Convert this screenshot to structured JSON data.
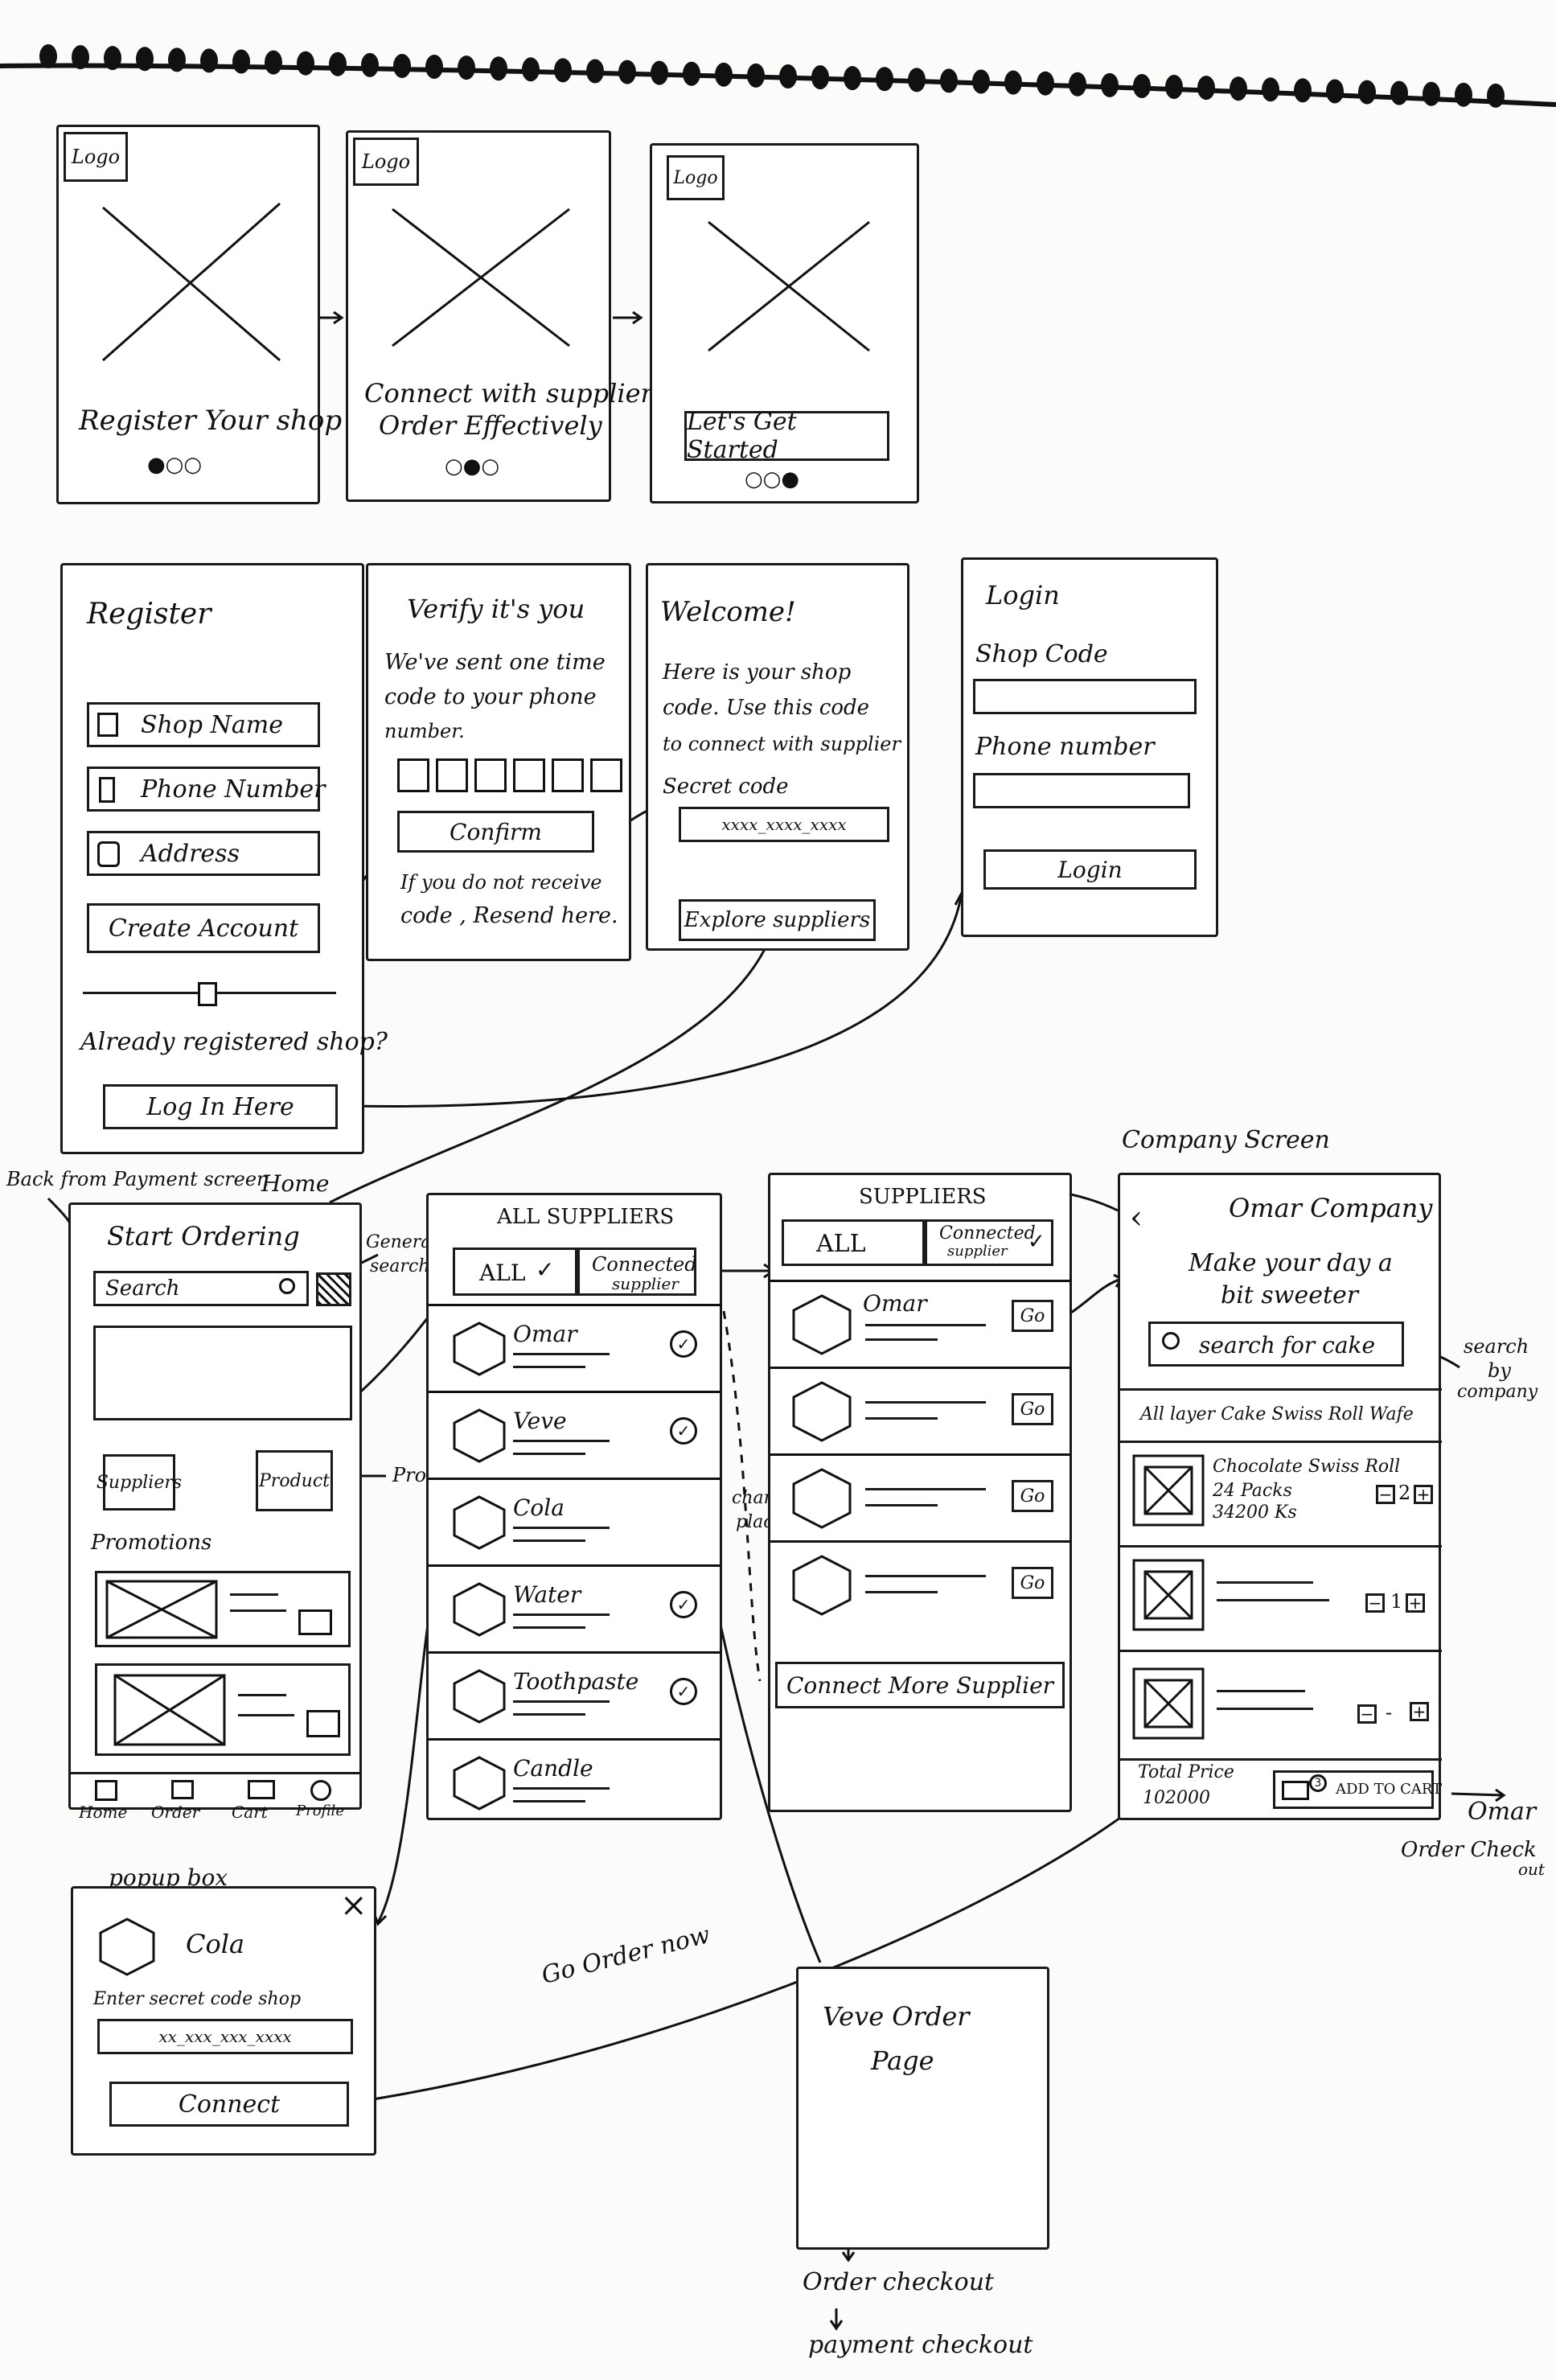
{
  "onboarding": {
    "logo_label": "Logo",
    "s1_text": "Register Your shop",
    "s2_line1": "Connect with supplier",
    "s2_line2": "Order Effectively",
    "s3_button": "Let's Get Started"
  },
  "register": {
    "title": "Register",
    "shop_name": "Shop Name",
    "phone_number": "Phone Number",
    "address": "Address",
    "create_account": "Create Account",
    "already_registered": "Already registered shop?",
    "login_here": "Log In Here"
  },
  "verify": {
    "title": "Verify it's you",
    "line1": "We've sent one time",
    "line2": "code to your phone",
    "line3": "number.",
    "confirm": "Confirm",
    "resend1": "If you do not receive",
    "resend2": "code , Resend here."
  },
  "welcome": {
    "title": "Welcome!",
    "line1": "Here is your shop",
    "line2": "code. Use this code",
    "line3": "to connect with supplier",
    "secret_label": "Secret code",
    "code_value": "xxxx_xxxx_xxxx",
    "explore": "Explore suppliers"
  },
  "login": {
    "title": "Login",
    "shop_code": "Shop Code",
    "phone_number": "Phone number",
    "button": "Login"
  },
  "home": {
    "title": "Start Ordering",
    "search": "Search",
    "suppliers": "Suppliers",
    "product": "Product",
    "promotions": "Promotions",
    "nav": [
      "Home",
      "Order",
      "Cart",
      "Profile"
    ]
  },
  "suppliers_all": {
    "title": "ALL SUPPLIERS",
    "tab_all": "ALL",
    "tab_connected_1": "Connected",
    "tab_connected_2": "supplier",
    "items": [
      "Omar",
      "Veve",
      "Cola",
      "Water",
      "Toothpaste",
      "Candle"
    ]
  },
  "suppliers_connected": {
    "title": "SUPPLIERS",
    "tab_all": "ALL",
    "tab_connected_1": "Connected",
    "tab_connected_2": "supplier",
    "first_item": "Omar",
    "go": "Go",
    "connect_more": "Connect More Supplier"
  },
  "company": {
    "caption": "Company Screen",
    "title": "Omar Company",
    "tagline1": "Make your day a",
    "tagline2": "bit sweeter",
    "search": "search for cake",
    "categories": "All   layer Cake  Swiss Roll  Wafe",
    "product_name": "Chocolate Swiss Roll",
    "product_packs": "24 Packs",
    "product_price": "34200 Ks",
    "qty": "2",
    "qty2": "1",
    "qty3": "-",
    "total_label": "Total Price",
    "total_value": "102000",
    "cart_count": "3",
    "add_to_cart": "ADD TO CART"
  },
  "popup": {
    "caption": "popup box",
    "name": "Cola",
    "enter_code": "Enter secret code shop",
    "code_value": "xx_xxx_xxx_xxxx",
    "connect": "Connect",
    "close": "×"
  },
  "veve": {
    "line1": "Veve Order",
    "line2": "Page",
    "checkout1": "Order checkout",
    "checkout2": "payment checkout"
  },
  "annotations": {
    "back_from_payment": "Back from Payment screen",
    "home": "Home",
    "general_search_1": "General",
    "general_search_2": "search",
    "product": "Product",
    "change_place_1": "change",
    "change_place_2": "place",
    "go_order_now": "Go Order now",
    "search_by_company_1": "search",
    "search_by_company_2": "by",
    "search_by_company_3": "company",
    "omar": "Omar",
    "order_checkout": "Order Check",
    "order_checkout_2": "out"
  }
}
